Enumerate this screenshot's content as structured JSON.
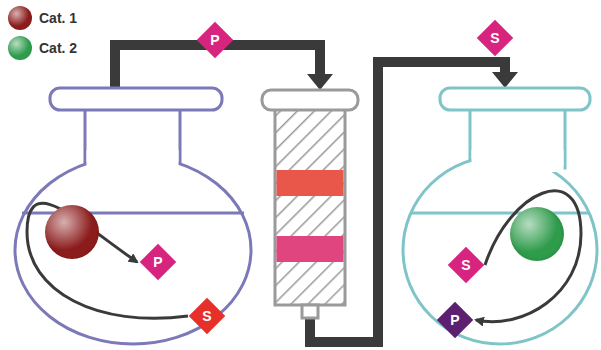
{
  "diagram": {
    "nodes": [
      {
        "text": [
          "P"
        ]
      },
      {
        "text": [
          "S"
        ]
      },
      {
        "text": [
          "P"
        ]
      },
      {
        "text": [
          "S"
        ]
      },
      {
        "text": [
          "S"
        ]
      },
      {
        "text": [
          "P"
        ]
      }
    ],
    "edges": [
      {
        "from": 3,
        "to": 2,
        "arrow": "to"
      },
      {
        "from": 4,
        "to": 5,
        "arrow": "to"
      }
    ],
    "legend": [
      {
        "text": "Cat. 1",
        "color": "#8c1c1c"
      },
      {
        "text": "Cat. 2",
        "color": "#2f9c4c"
      }
    ]
  }
}
